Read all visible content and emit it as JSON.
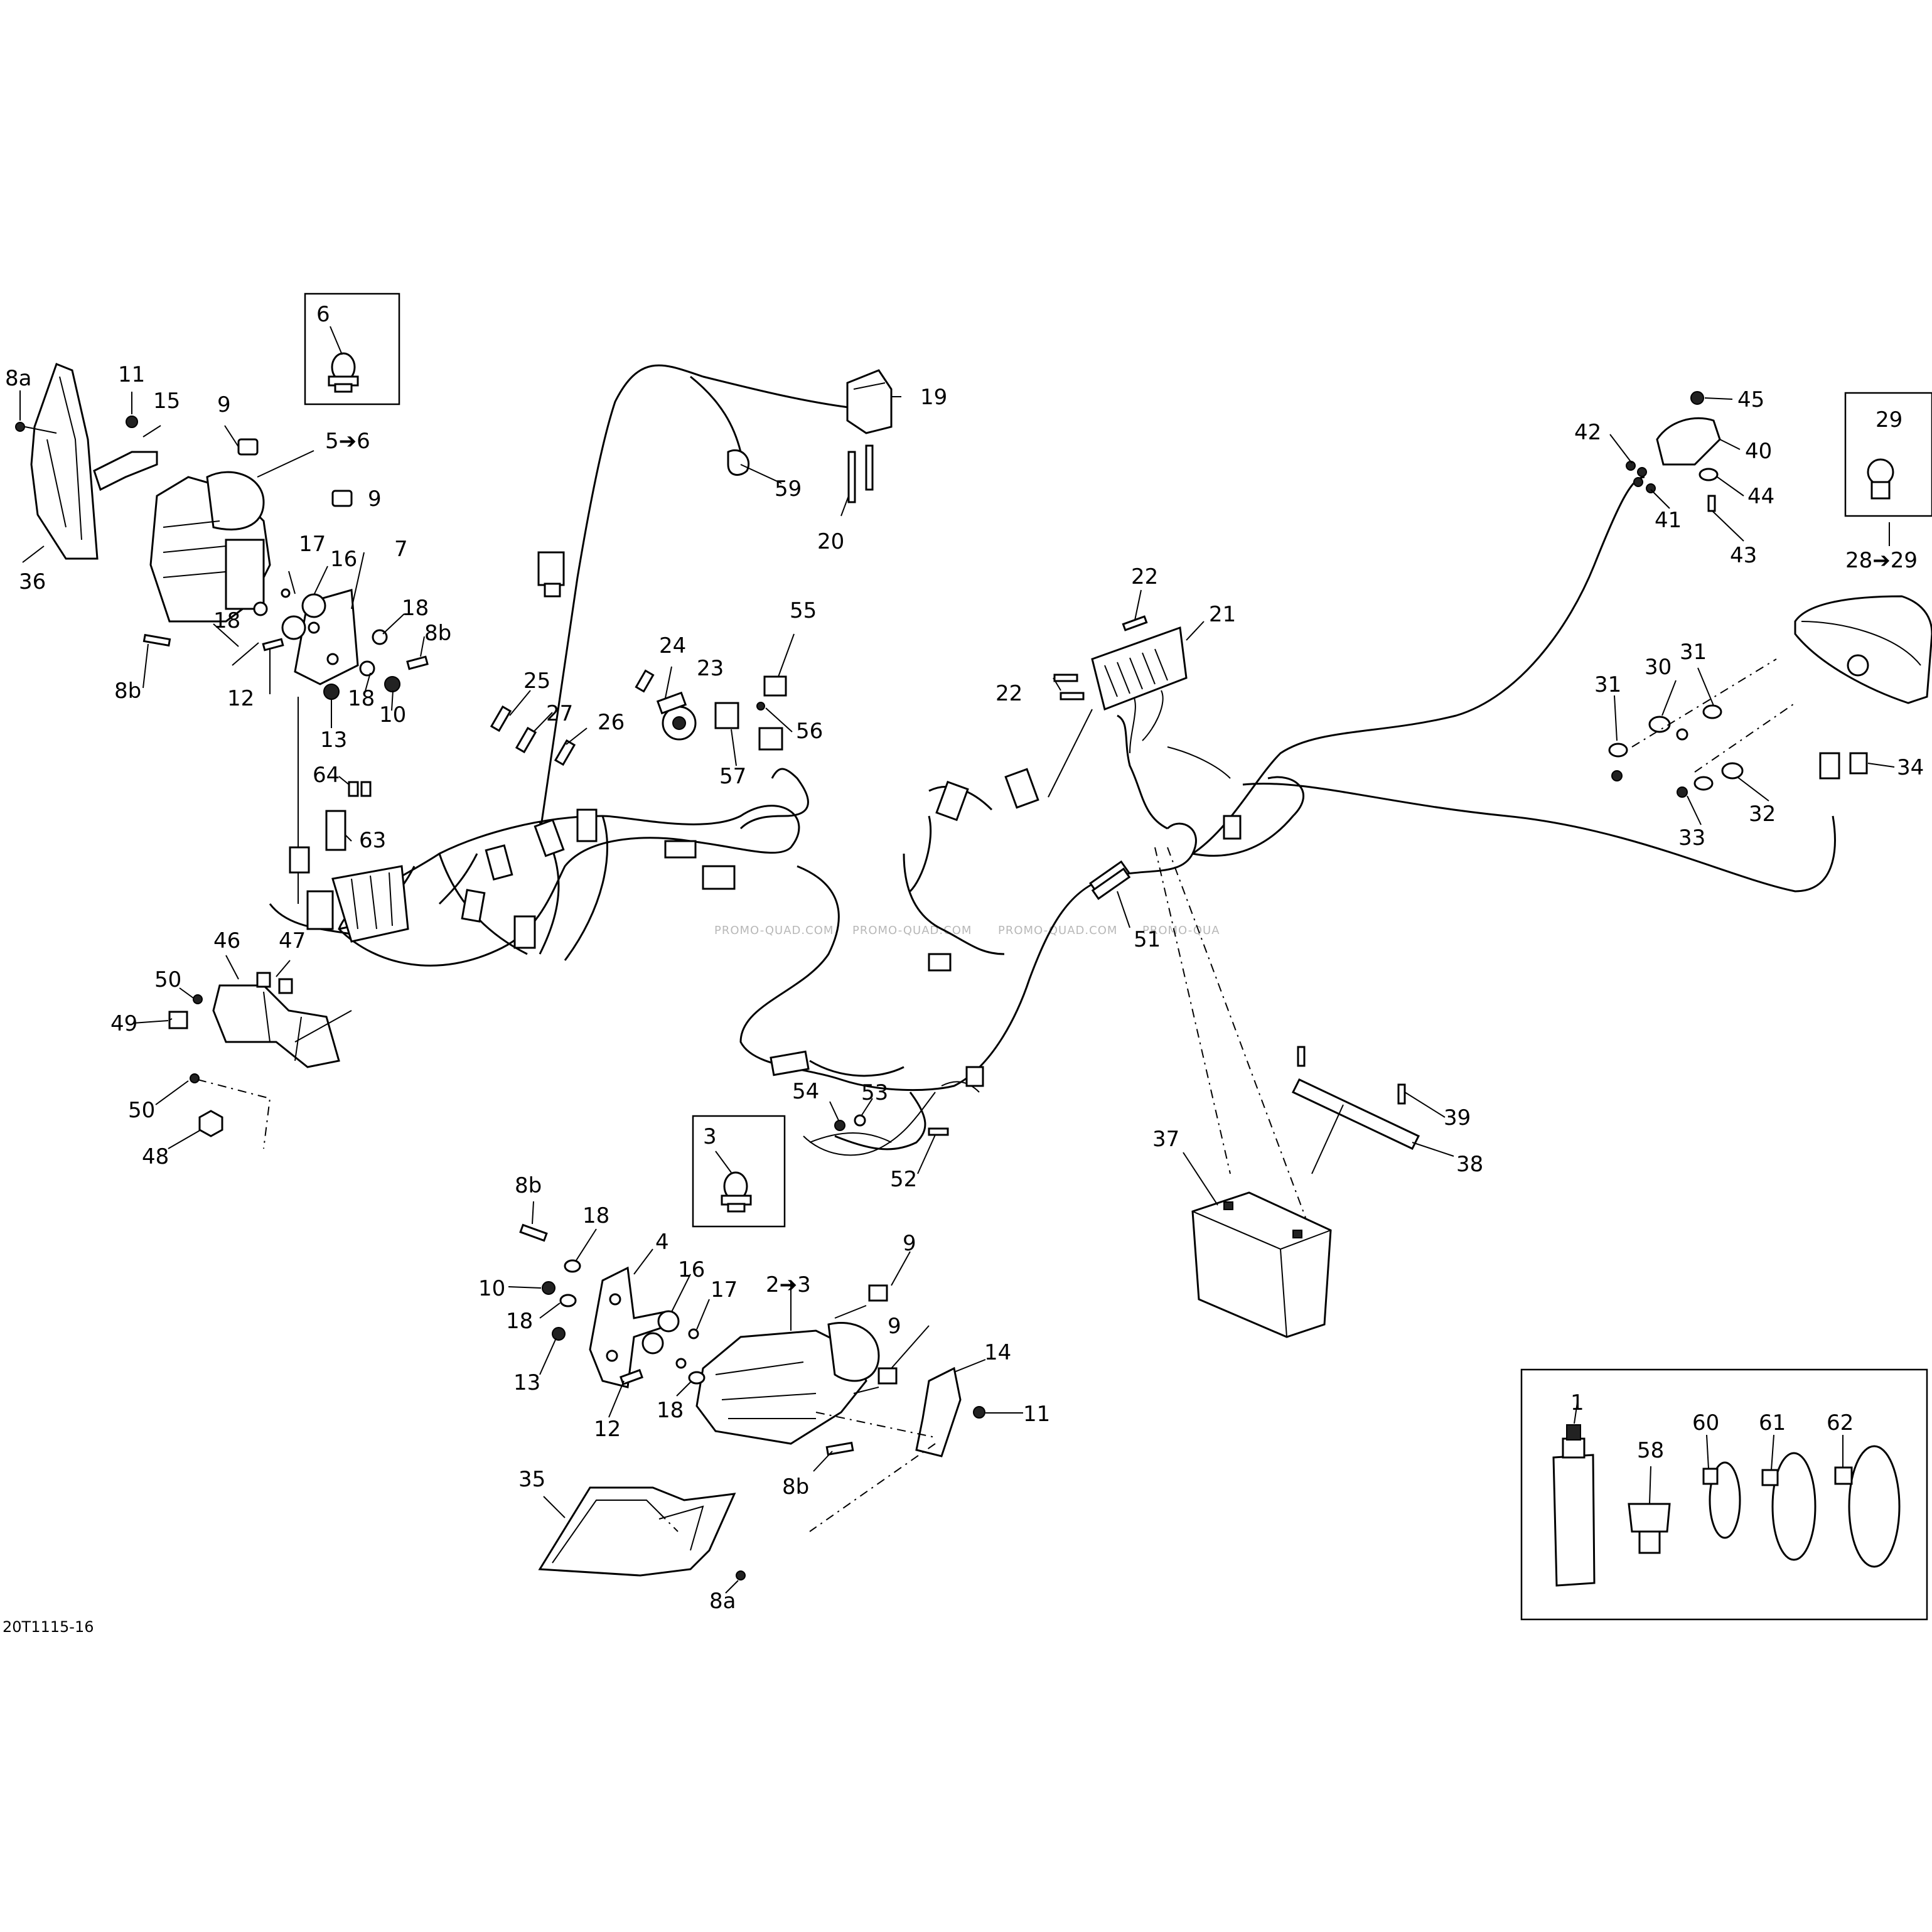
{
  "labels": {
    "l8a_top": "8a",
    "l11_top": "11",
    "l15": "15",
    "l9_top": "9",
    "l6": "6",
    "l5to6": "5➔6",
    "l9_mid": "9",
    "l36": "36",
    "l17_top": "17",
    "l16_top": "16",
    "l7": "7",
    "l18_a": "18",
    "l8b_r": "8b",
    "l18_b": "18",
    "l8b_l": "8b",
    "l12_top": "12",
    "l18_c": "18",
    "l10_top": "10",
    "l13_top": "13",
    "l19": "19",
    "l59": "59",
    "l20": "20",
    "l24": "24",
    "l23": "23",
    "l55": "55",
    "l56": "56",
    "l57": "57",
    "l25": "25",
    "l27": "27",
    "l26": "26",
    "l64": "64",
    "l63": "63",
    "l50_a": "50",
    "l46": "46",
    "l47": "47",
    "l49": "49",
    "l50_b": "50",
    "l48": "48",
    "l22_a": "22",
    "l21": "21",
    "l22_b": "22",
    "l51": "51",
    "l54": "54",
    "l53": "53",
    "l52": "52",
    "l45": "45",
    "l42": "42",
    "l40": "40",
    "l44": "44",
    "l41": "41",
    "l43": "43",
    "l29": "29",
    "l28to29": "28➔29",
    "l31_a": "31",
    "l30": "30",
    "l31_b": "31",
    "l34": "34",
    "l32": "32",
    "l33": "33",
    "l37": "37",
    "l39": "39",
    "l38": "38",
    "l3": "3",
    "l2to3": "2➔3",
    "l8b_bot": "8b",
    "l18_d": "18",
    "l4": "4",
    "l16_bot": "16",
    "l10_bot": "10",
    "l18_e": "18",
    "l17_bot": "17",
    "l13_bot": "13",
    "l12_bot": "12",
    "l18_f": "18",
    "l9_bot1": "9",
    "l9_bot2": "9",
    "l14": "14",
    "l11_bot": "11",
    "l8b_bot2": "8b",
    "l35": "35",
    "l8a_bot": "8a",
    "l1": "1",
    "l58": "58",
    "l60": "60",
    "l61": "61",
    "l62": "62"
  },
  "watermarks": [
    "PROMO-QUAD.COM",
    "PROMO-QUAD.COM",
    "PROMO-QUAD.COM",
    "PROMO-QUA"
  ],
  "diagram_code": "20T1115-16"
}
